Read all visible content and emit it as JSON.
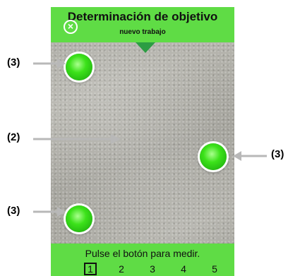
{
  "header": {
    "title": "Determinación de objetivo",
    "subtitle": "nuevo trabajo"
  },
  "icons": {
    "close": "close-icon",
    "pointer": "triangle-down-icon",
    "target": "green-circle-target"
  },
  "footer": {
    "message": "Pulse el botón para medir.",
    "steps": [
      "1",
      "2",
      "3",
      "4",
      "5"
    ],
    "active_step": "1"
  },
  "callouts": {
    "top_left": "(3)",
    "middle_left": "(2)",
    "right": "(3)",
    "bottom_left": "(3)"
  },
  "colors": {
    "bar_green": "#5fdc45",
    "target_green": "#2fd01a",
    "notch_green": "#2c9d43",
    "arrow_gray": "#b8b8b8"
  }
}
